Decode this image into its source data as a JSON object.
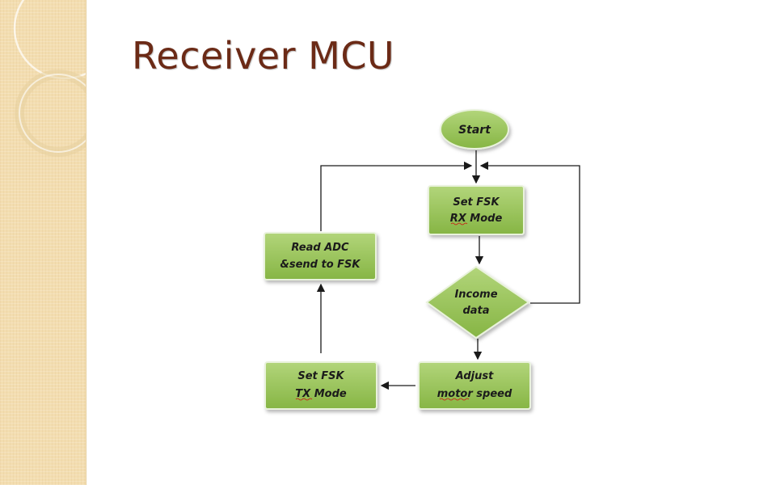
{
  "slide": {
    "title": "Receiver MCU"
  },
  "flowchart": {
    "nodes": {
      "start": {
        "shape": "oval",
        "lines": [
          "Start"
        ]
      },
      "set_fsk_rx": {
        "shape": "process",
        "lines": [
          "Set FSK",
          "RX  Mode"
        ]
      },
      "income_data": {
        "shape": "decision",
        "lines": [
          "Income",
          "data"
        ]
      },
      "adjust_motor": {
        "shape": "process",
        "lines": [
          "Adjust",
          "motor  speed"
        ]
      },
      "set_fsk_tx": {
        "shape": "process",
        "lines": [
          "Set FSK",
          "TX  Mode"
        ]
      },
      "read_adc": {
        "shape": "process",
        "lines": [
          "Read ADC",
          "&send to FSK"
        ]
      }
    },
    "edges": [
      {
        "from": "start",
        "to": "set_fsk_rx"
      },
      {
        "from": "set_fsk_rx",
        "to": "income_data"
      },
      {
        "from": "income_data",
        "to": "set_fsk_rx",
        "route": "loop-right"
      },
      {
        "from": "income_data",
        "to": "adjust_motor"
      },
      {
        "from": "adjust_motor",
        "to": "set_fsk_tx"
      },
      {
        "from": "set_fsk_tx",
        "to": "read_adc"
      },
      {
        "from": "read_adc",
        "to": "set_fsk_rx",
        "route": "loop-left"
      }
    ],
    "colors": {
      "node_fill_light": "#a9cf6a",
      "node_fill_dark": "#86b544",
      "title": "#6b2a16",
      "panel": "#f3ddb0"
    }
  }
}
